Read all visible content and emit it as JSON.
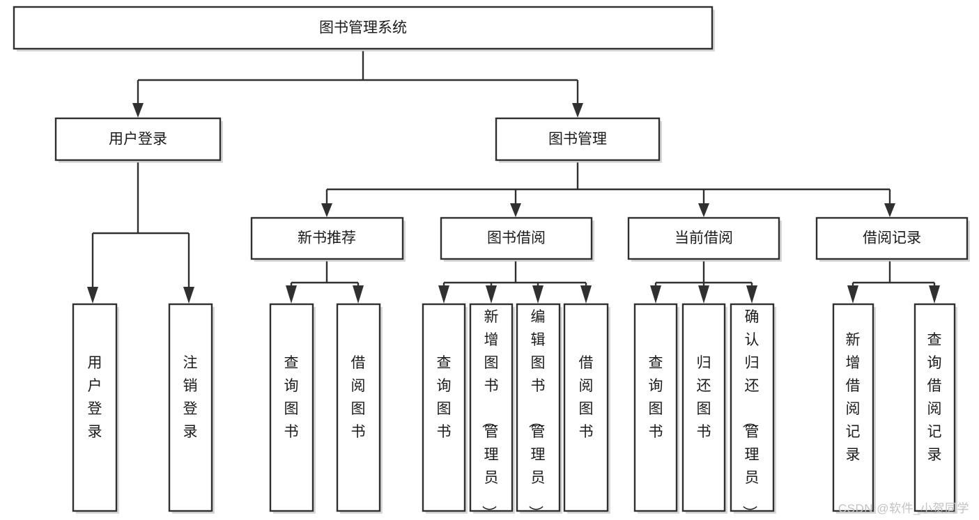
{
  "diagram": {
    "title": "图书管理系统",
    "type": "tree",
    "orientation": "top-down",
    "watermark": "CSDN @软件_小贺同学",
    "colors": {
      "background": "#ffffff",
      "box_fill": "#ffffff",
      "box_stroke": "#303030",
      "text": "#1b1b1b",
      "shadow": "#b8b8b8",
      "watermark": "#c2c2c2"
    },
    "root": {
      "id": "root",
      "label": "图书管理系统",
      "orientation": "horizontal"
    },
    "level2": [
      {
        "id": "user-login",
        "label": "用户登录",
        "orientation": "horizontal"
      },
      {
        "id": "book-manage",
        "label": "图书管理",
        "orientation": "horizontal"
      }
    ],
    "level3": [
      {
        "id": "new-book-recommend",
        "label": "新书推荐",
        "orientation": "horizontal",
        "parent": "book-manage"
      },
      {
        "id": "book-borrow",
        "label": "图书借阅",
        "orientation": "horizontal",
        "parent": "book-manage"
      },
      {
        "id": "current-borrow",
        "label": "当前借阅",
        "orientation": "horizontal",
        "parent": "book-manage"
      },
      {
        "id": "borrow-record",
        "label": "借阅记录",
        "orientation": "horizontal",
        "parent": "book-manage"
      }
    ],
    "leaves": [
      {
        "id": "leaf-user-login",
        "label": "用户登录",
        "orientation": "vertical",
        "parent": "user-login"
      },
      {
        "id": "leaf-user-logout",
        "label": "注销登录",
        "orientation": "vertical",
        "parent": "user-login"
      },
      {
        "id": "leaf-query-book-1",
        "label": "查询图书",
        "orientation": "vertical",
        "parent": "new-book-recommend"
      },
      {
        "id": "leaf-borrow-book-1",
        "label": "借阅图书",
        "orientation": "vertical",
        "parent": "new-book-recommend"
      },
      {
        "id": "leaf-query-book-2",
        "label": "查询图书",
        "orientation": "vertical",
        "parent": "book-borrow"
      },
      {
        "id": "leaf-add-book",
        "label": "新增图书（管理员）",
        "orientation": "vertical",
        "parent": "book-borrow"
      },
      {
        "id": "leaf-edit-book",
        "label": "编辑图书（管理员）",
        "orientation": "vertical",
        "parent": "book-borrow"
      },
      {
        "id": "leaf-borrow-book-2",
        "label": "借阅图书",
        "orientation": "vertical",
        "parent": "book-borrow"
      },
      {
        "id": "leaf-query-book-3",
        "label": "查询图书",
        "orientation": "vertical",
        "parent": "current-borrow"
      },
      {
        "id": "leaf-return-book",
        "label": "归还图书",
        "orientation": "vertical",
        "parent": "current-borrow"
      },
      {
        "id": "leaf-confirm-return",
        "label": "确认归还（管理员）",
        "orientation": "vertical",
        "parent": "current-borrow"
      },
      {
        "id": "leaf-add-record",
        "label": "新增借阅记录",
        "orientation": "vertical",
        "parent": "borrow-record"
      },
      {
        "id": "leaf-query-record",
        "label": "查询借阅记录",
        "orientation": "vertical",
        "parent": "borrow-record"
      }
    ]
  }
}
